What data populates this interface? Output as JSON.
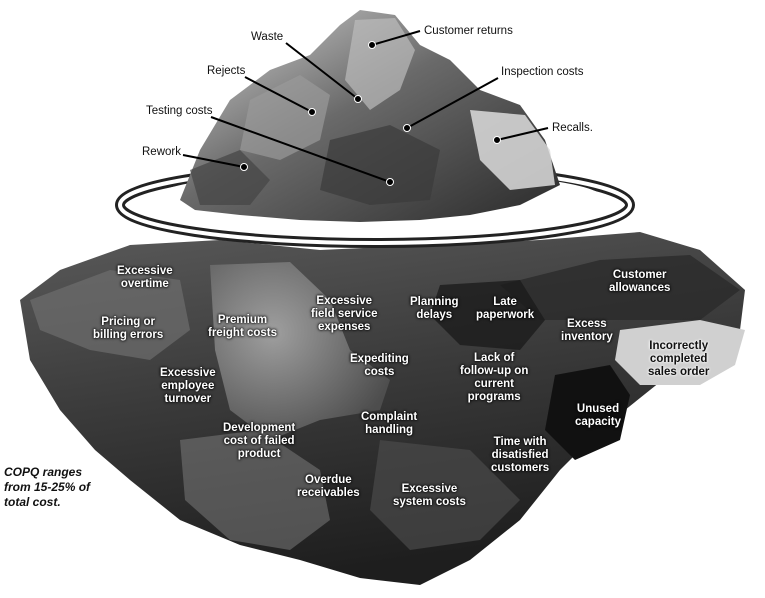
{
  "above_water": [
    "Customer returns",
    "Waste",
    "Rejects",
    "Inspection costs",
    "Testing costs",
    "Recalls.",
    "Rework"
  ],
  "below_water": [
    "Excessive\novertime",
    "Customer\nallowances",
    "Pricing or\nbilling errors",
    "Premium\nfreight costs",
    "Excessive\nfield service\nexpenses",
    "Planning\ndelays",
    "Late\npaperwork",
    "Excess\ninventory",
    "Incorrectly\ncompleted\nsales order",
    "Expediting\ncosts",
    "Lack of\nfollow-up on\ncurrent\nprograms",
    "Excessive\nemployee\nturnover",
    "Unused\ncapacity",
    "Complaint\nhandling",
    "Development\ncost of failed\nproduct",
    "Time with\ndisatisfied\ncustomers",
    "Overdue\nreceivables",
    "Excessive\nsystem costs"
  ],
  "note": "COPQ ranges\nfrom 15-25% of\ntotal cost."
}
